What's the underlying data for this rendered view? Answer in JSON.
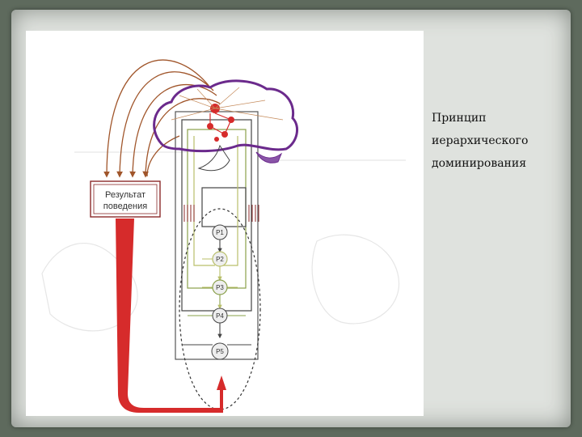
{
  "slide": {
    "caption_lines": [
      "Принцип",
      "иерархического",
      "доминирования"
    ]
  },
  "diagram": {
    "result_box": {
      "line1": "Результат",
      "line2": "поведения"
    },
    "nodes": [
      "P1",
      "P2",
      "P3",
      "P4",
      "P5"
    ],
    "colors": {
      "arrow_red": "#d62b2b",
      "brain_outline": "#6b2a8c",
      "line_brown": "#a0552a",
      "line_olive": "#b9bf6a",
      "line_dark": "#444444",
      "node_fill": "#eeeeee"
    }
  }
}
